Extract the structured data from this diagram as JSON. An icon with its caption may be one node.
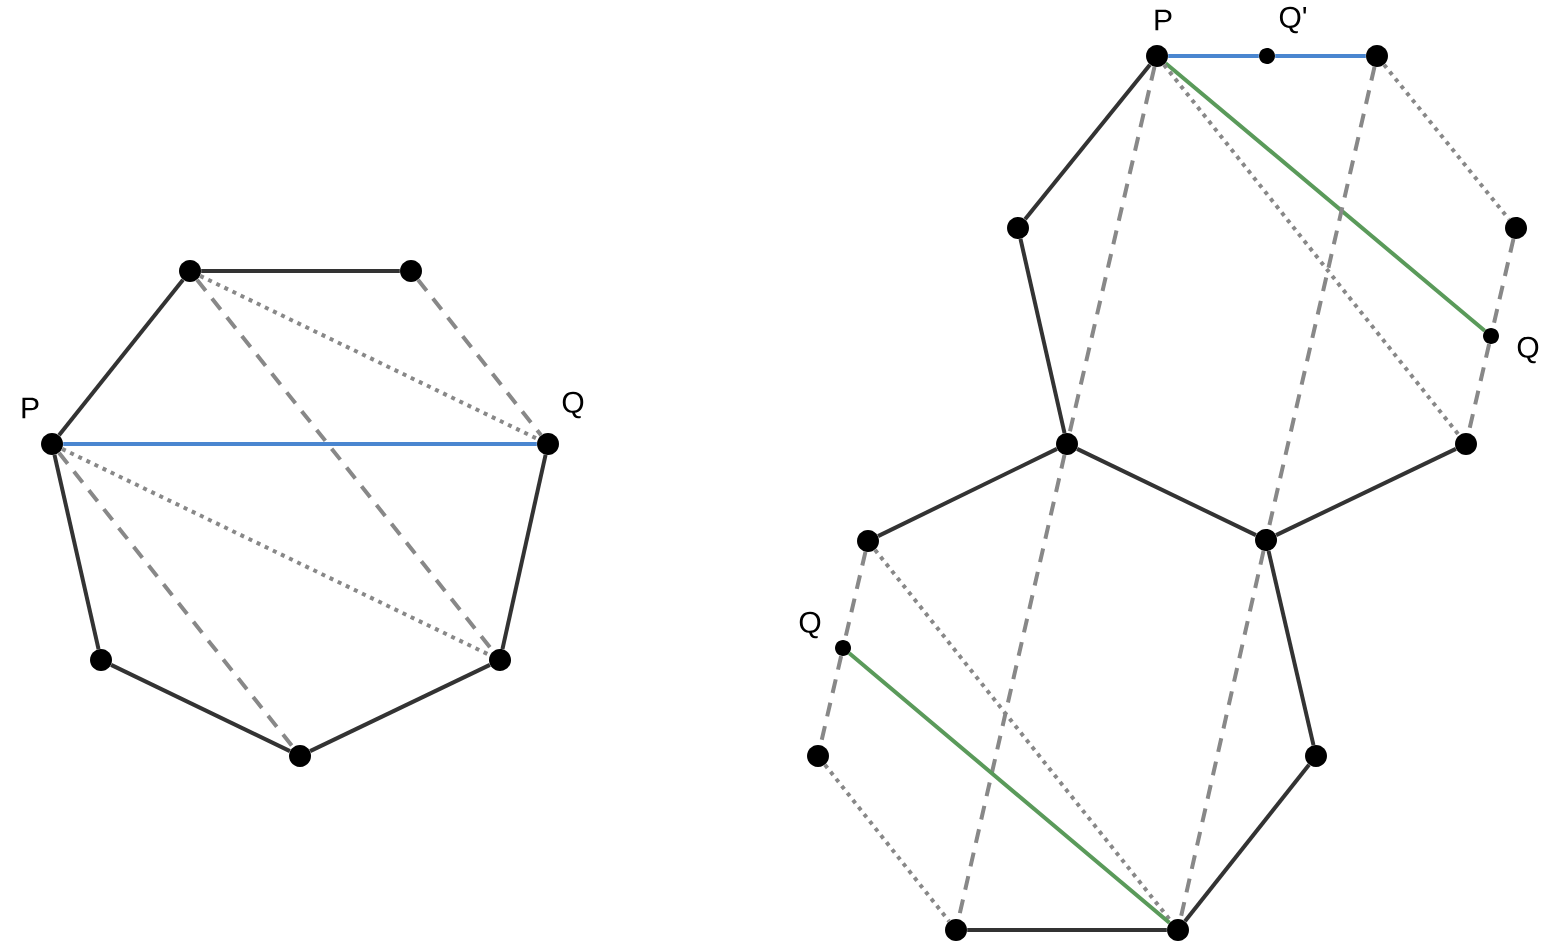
{
  "diagram": {
    "nodes": [
      {
        "text": [],
        "shape": "circle",
        "beside": [
          "P"
        ]
      },
      {
        "text": [],
        "shape": "circle"
      },
      {
        "text": [],
        "shape": "circle"
      },
      {
        "text": [],
        "shape": "circle",
        "beside": [
          "Q"
        ]
      },
      {
        "text": [],
        "shape": "circle"
      },
      {
        "text": [],
        "shape": "circle"
      },
      {
        "text": [],
        "shape": "circle"
      },
      {
        "text": [],
        "shape": "circle",
        "beside": [
          "P"
        ]
      },
      {
        "text": [],
        "shape": "circle",
        "beside": [
          "Q'"
        ]
      },
      {
        "text": [],
        "shape": "circle"
      },
      {
        "text": [],
        "shape": "circle"
      },
      {
        "text": [],
        "shape": "circle"
      },
      {
        "text": [],
        "shape": "circle",
        "beside": [
          "Q"
        ]
      },
      {
        "text": [],
        "shape": "circle"
      },
      {
        "text": [],
        "shape": "circle"
      },
      {
        "text": [],
        "shape": "circle"
      },
      {
        "text": [],
        "shape": "circle"
      },
      {
        "text": [],
        "shape": "circle",
        "beside": [
          "Q"
        ]
      },
      {
        "text": [],
        "shape": "circle"
      },
      {
        "text": [],
        "shape": "circle"
      },
      {
        "text": [],
        "shape": "circle"
      },
      {
        "text": [],
        "shape": "circle"
      }
    ],
    "edges": [
      {
        "from": 0,
        "to": 1,
        "arrow": "none"
      },
      {
        "from": 1,
        "to": 2,
        "arrow": "none"
      },
      {
        "from": 2,
        "to": 3,
        "arrow": "none",
        "style": "dashed",
        "color": "#888888"
      },
      {
        "from": 3,
        "to": 4,
        "arrow": "none"
      },
      {
        "from": 4,
        "to": 5,
        "arrow": "none"
      },
      {
        "from": 5,
        "to": 6,
        "arrow": "none"
      },
      {
        "from": 6,
        "to": 0,
        "arrow": "none"
      },
      {
        "from": 0,
        "to": 3,
        "arrow": "none",
        "color": "#4a86d0"
      },
      {
        "from": 1,
        "to": 3,
        "arrow": "none",
        "style": "dashed",
        "color": "#888888"
      },
      {
        "from": 0,
        "to": 4,
        "arrow": "none",
        "style": "dashed",
        "color": "#888888"
      },
      {
        "from": 1,
        "to": 4,
        "arrow": "none",
        "style": "dashed",
        "color": "#888888"
      },
      {
        "from": 0,
        "to": 5,
        "arrow": "none",
        "style": "dashed",
        "color": "#888888"
      },
      {
        "from": 7,
        "to": 8,
        "arrow": "none",
        "color": "#4a86d0"
      },
      {
        "from": 8,
        "to": 9,
        "arrow": "none",
        "color": "#4a86d0"
      },
      {
        "from": 7,
        "to": 10,
        "arrow": "none"
      },
      {
        "from": 10,
        "to": 13,
        "arrow": "none"
      },
      {
        "from": 13,
        "to": 16,
        "arrow": "none"
      },
      {
        "from": 16,
        "to": 14,
        "arrow": "none"
      },
      {
        "from": 13,
        "to": 15,
        "arrow": "none"
      },
      {
        "from": 16,
        "to": 19,
        "arrow": "none"
      },
      {
        "from": 19,
        "to": 21,
        "arrow": "none"
      },
      {
        "from": 21,
        "to": 20,
        "arrow": "none"
      },
      {
        "from": 9,
        "to": 11,
        "arrow": "none",
        "style": "dashed",
        "color": "#888888"
      },
      {
        "from": 11,
        "to": 12,
        "arrow": "none",
        "style": "dashed",
        "color": "#888888"
      },
      {
        "from": 12,
        "to": 14,
        "arrow": "none",
        "style": "dashed",
        "color": "#888888"
      },
      {
        "from": 7,
        "to": 12,
        "arrow": "none",
        "color": "#5a9a5a"
      },
      {
        "from": 7,
        "to": 14,
        "arrow": "none",
        "style": "dashed",
        "color": "#888888"
      },
      {
        "from": 7,
        "to": 13,
        "arrow": "none",
        "style": "dashed",
        "color": "#888888"
      },
      {
        "from": 13,
        "to": 20,
        "arrow": "none",
        "style": "dashed",
        "color": "#888888"
      },
      {
        "from": 9,
        "to": 16,
        "arrow": "none",
        "style": "dashed",
        "color": "#888888"
      },
      {
        "from": 16,
        "to": 21,
        "arrow": "none",
        "style": "dashed",
        "color": "#888888"
      },
      {
        "from": 15,
        "to": 17,
        "arrow": "none",
        "style": "dashed",
        "color": "#888888"
      },
      {
        "from": 17,
        "to": 18,
        "arrow": "none",
        "style": "dashed",
        "color": "#888888"
      },
      {
        "from": 18,
        "to": 20,
        "arrow": "none",
        "style": "dashed",
        "color": "#888888"
      },
      {
        "from": 15,
        "to": 21,
        "arrow": "none",
        "style": "dashed",
        "color": "#888888"
      },
      {
        "from": 17,
        "to": 21,
        "arrow": "none",
        "color": "#5a9a5a"
      }
    ]
  }
}
